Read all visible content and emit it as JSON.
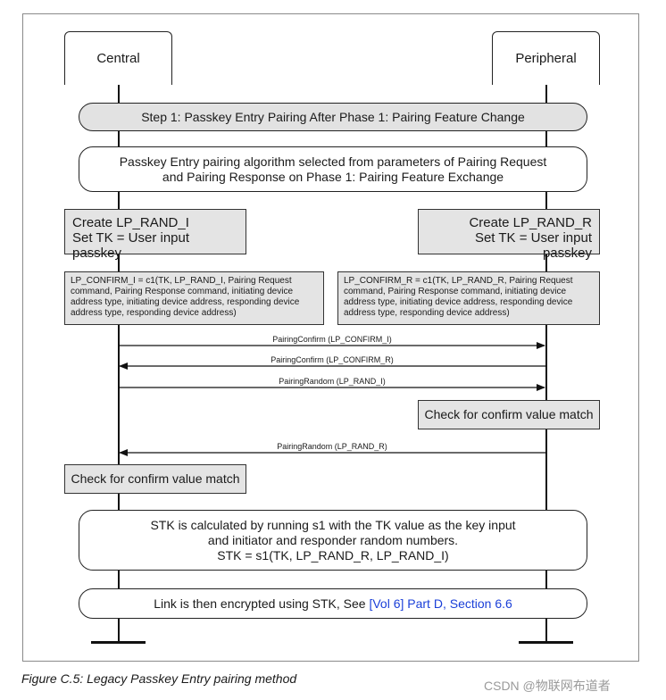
{
  "entities": {
    "central": "Central",
    "peripheral": "Peripheral"
  },
  "step1": "Step 1: Passkey Entry Pairing After Phase 1: Pairing Feature Change",
  "algorithm": {
    "line1": "Passkey Entry pairing algorithm selected from parameters of Pairing Request",
    "line2": "and Pairing Response on Phase 1: Pairing Feature Exchange"
  },
  "central_create": {
    "line1": "Create LP_RAND_I",
    "line2": "Set TK = User input passkey"
  },
  "peripheral_create": {
    "line1": "Create LP_RAND_R",
    "line2": "Set TK = User input passkey"
  },
  "central_confirm": "LP_CONFIRM_I = c1(TK, LP_RAND_I, Pairing Request command, Pairing Response command, initiating device address type, initiating device address, responding device address type, responding device address)",
  "peripheral_confirm": "LP_CONFIRM_R = c1(TK, LP_RAND_R, Pairing Request command, Pairing Response command, initiating device address type, initiating device address, responding device address type, responding device address)",
  "messages": [
    {
      "label": "PairingConfirm (LP_CONFIRM_I)",
      "direction": "central-to-peripheral"
    },
    {
      "label": "PairingConfirm (LP_CONFIRM_R)",
      "direction": "peripheral-to-central"
    },
    {
      "label": "PairingRandom (LP_RAND_I)",
      "direction": "central-to-peripheral"
    },
    {
      "label": "PairingRandom (LP_RAND_R)",
      "direction": "peripheral-to-central"
    }
  ],
  "peripheral_check": "Check for confirm value match",
  "central_check": "Check for confirm value match",
  "stk": {
    "line1": "STK is calculated by running s1 with the TK value as the key input",
    "line2": "and initiator and responder random numbers.",
    "line3": "STK = s1(TK, LP_RAND_R, LP_RAND_I)"
  },
  "encrypt": {
    "text": "Link is then encrypted using STK, See ",
    "link": "[Vol 6] Part D, Section 6.6",
    "link_color": "#1a3fd8"
  },
  "caption": "Figure C.5:  Legacy Passkey Entry pairing method",
  "watermark": "CSDN @物联网布道者"
}
